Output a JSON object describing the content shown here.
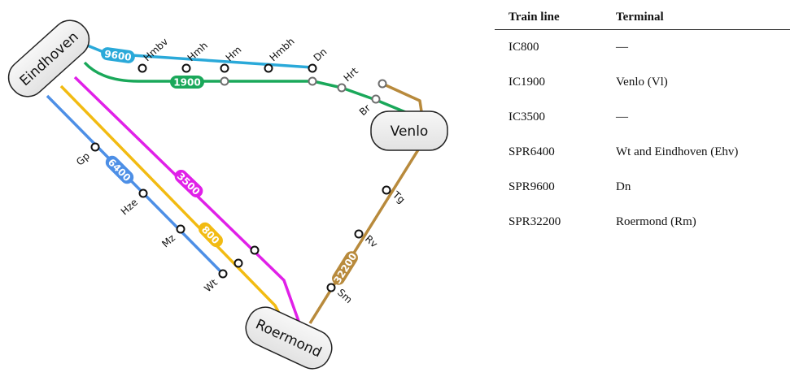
{
  "map": {
    "cities": {
      "eindhoven": "Eindhoven",
      "venlo": "Venlo",
      "roermond": "Roermond"
    },
    "line_badges": {
      "spr9600": "9600",
      "ic1900": "1900",
      "spr6400": "6400",
      "ic3500": "3500",
      "ic800": "800",
      "spr32200": "32200"
    },
    "stations": {
      "hmbv": "Hmbv",
      "hmh": "Hmh",
      "hm": "Hm",
      "hmbh": "Hmbh",
      "dn": "Dn",
      "hrt": "Hrt",
      "br": "Br",
      "gp": "Gp",
      "hze": "Hze",
      "mz": "Mz",
      "wt": "Wt",
      "tg": "Tg",
      "rv": "Rv",
      "sm": "Sm"
    },
    "colors": {
      "spr9600": "#2aa9d9",
      "ic1900": "#1aa85a",
      "spr6400": "#4d8fe6",
      "ic3500": "#e020e8",
      "ic800": "#f2bb12",
      "spr32200": "#b88a3c",
      "city_fill": "#ececec"
    }
  },
  "table": {
    "headers": {
      "line": "Train line",
      "terminal": "Terminal"
    },
    "rows": [
      {
        "line": "IC800",
        "terminal": "—"
      },
      {
        "line": "IC1900",
        "terminal": "Venlo (Vl)"
      },
      {
        "line": "IC3500",
        "terminal": "—"
      },
      {
        "line": "SPR6400",
        "terminal": "Wt and Eindhoven (Ehv)"
      },
      {
        "line": "SPR9600",
        "terminal": "Dn"
      },
      {
        "line": "SPR32200",
        "terminal": "Roermond (Rm)"
      }
    ]
  }
}
